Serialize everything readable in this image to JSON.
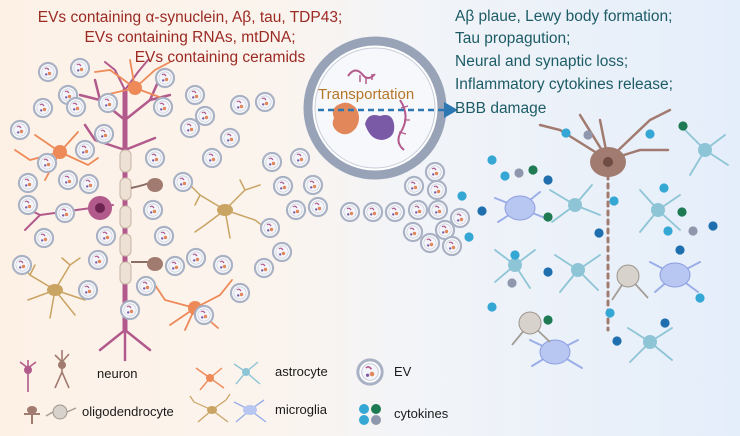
{
  "left_text": [
    "EVs containing α-synuclein, Aβ, tau, TDP43;",
    "EVs containing RNAs, mtDNA;",
    "EVs containing ceramids"
  ],
  "right_text": [
    "Aβ plaue, Lewy body formation;",
    "Tau propagution;",
    "Neural and synaptic loss;",
    "Inflammatory cytokines release;",
    "BBB damage"
  ],
  "center_label": "Transportation",
  "legend": {
    "neuron": "neuron",
    "oligodendrocyte": "oligodendrocyte",
    "astrocyte": "astrocyte",
    "microglia": "microglia",
    "ev": "EV",
    "cytokines": "cytokines"
  },
  "colors": {
    "left_text": "#9b2a23",
    "right_text": "#1d5c66",
    "neuron": "#b25a8c",
    "astrocyte_left": "#ee8a58",
    "microglia_left": "#c9a463",
    "astrocyte_right": "#8ec5d6",
    "microglia_right": "#9aaee8",
    "ev_ring": "#a9b1c4",
    "cytokine_teal": "#35a7d4",
    "cytokine_dark": "#1f6fae",
    "cytokine_green": "#1e7a52",
    "cytokine_gray": "#8f97ac"
  }
}
